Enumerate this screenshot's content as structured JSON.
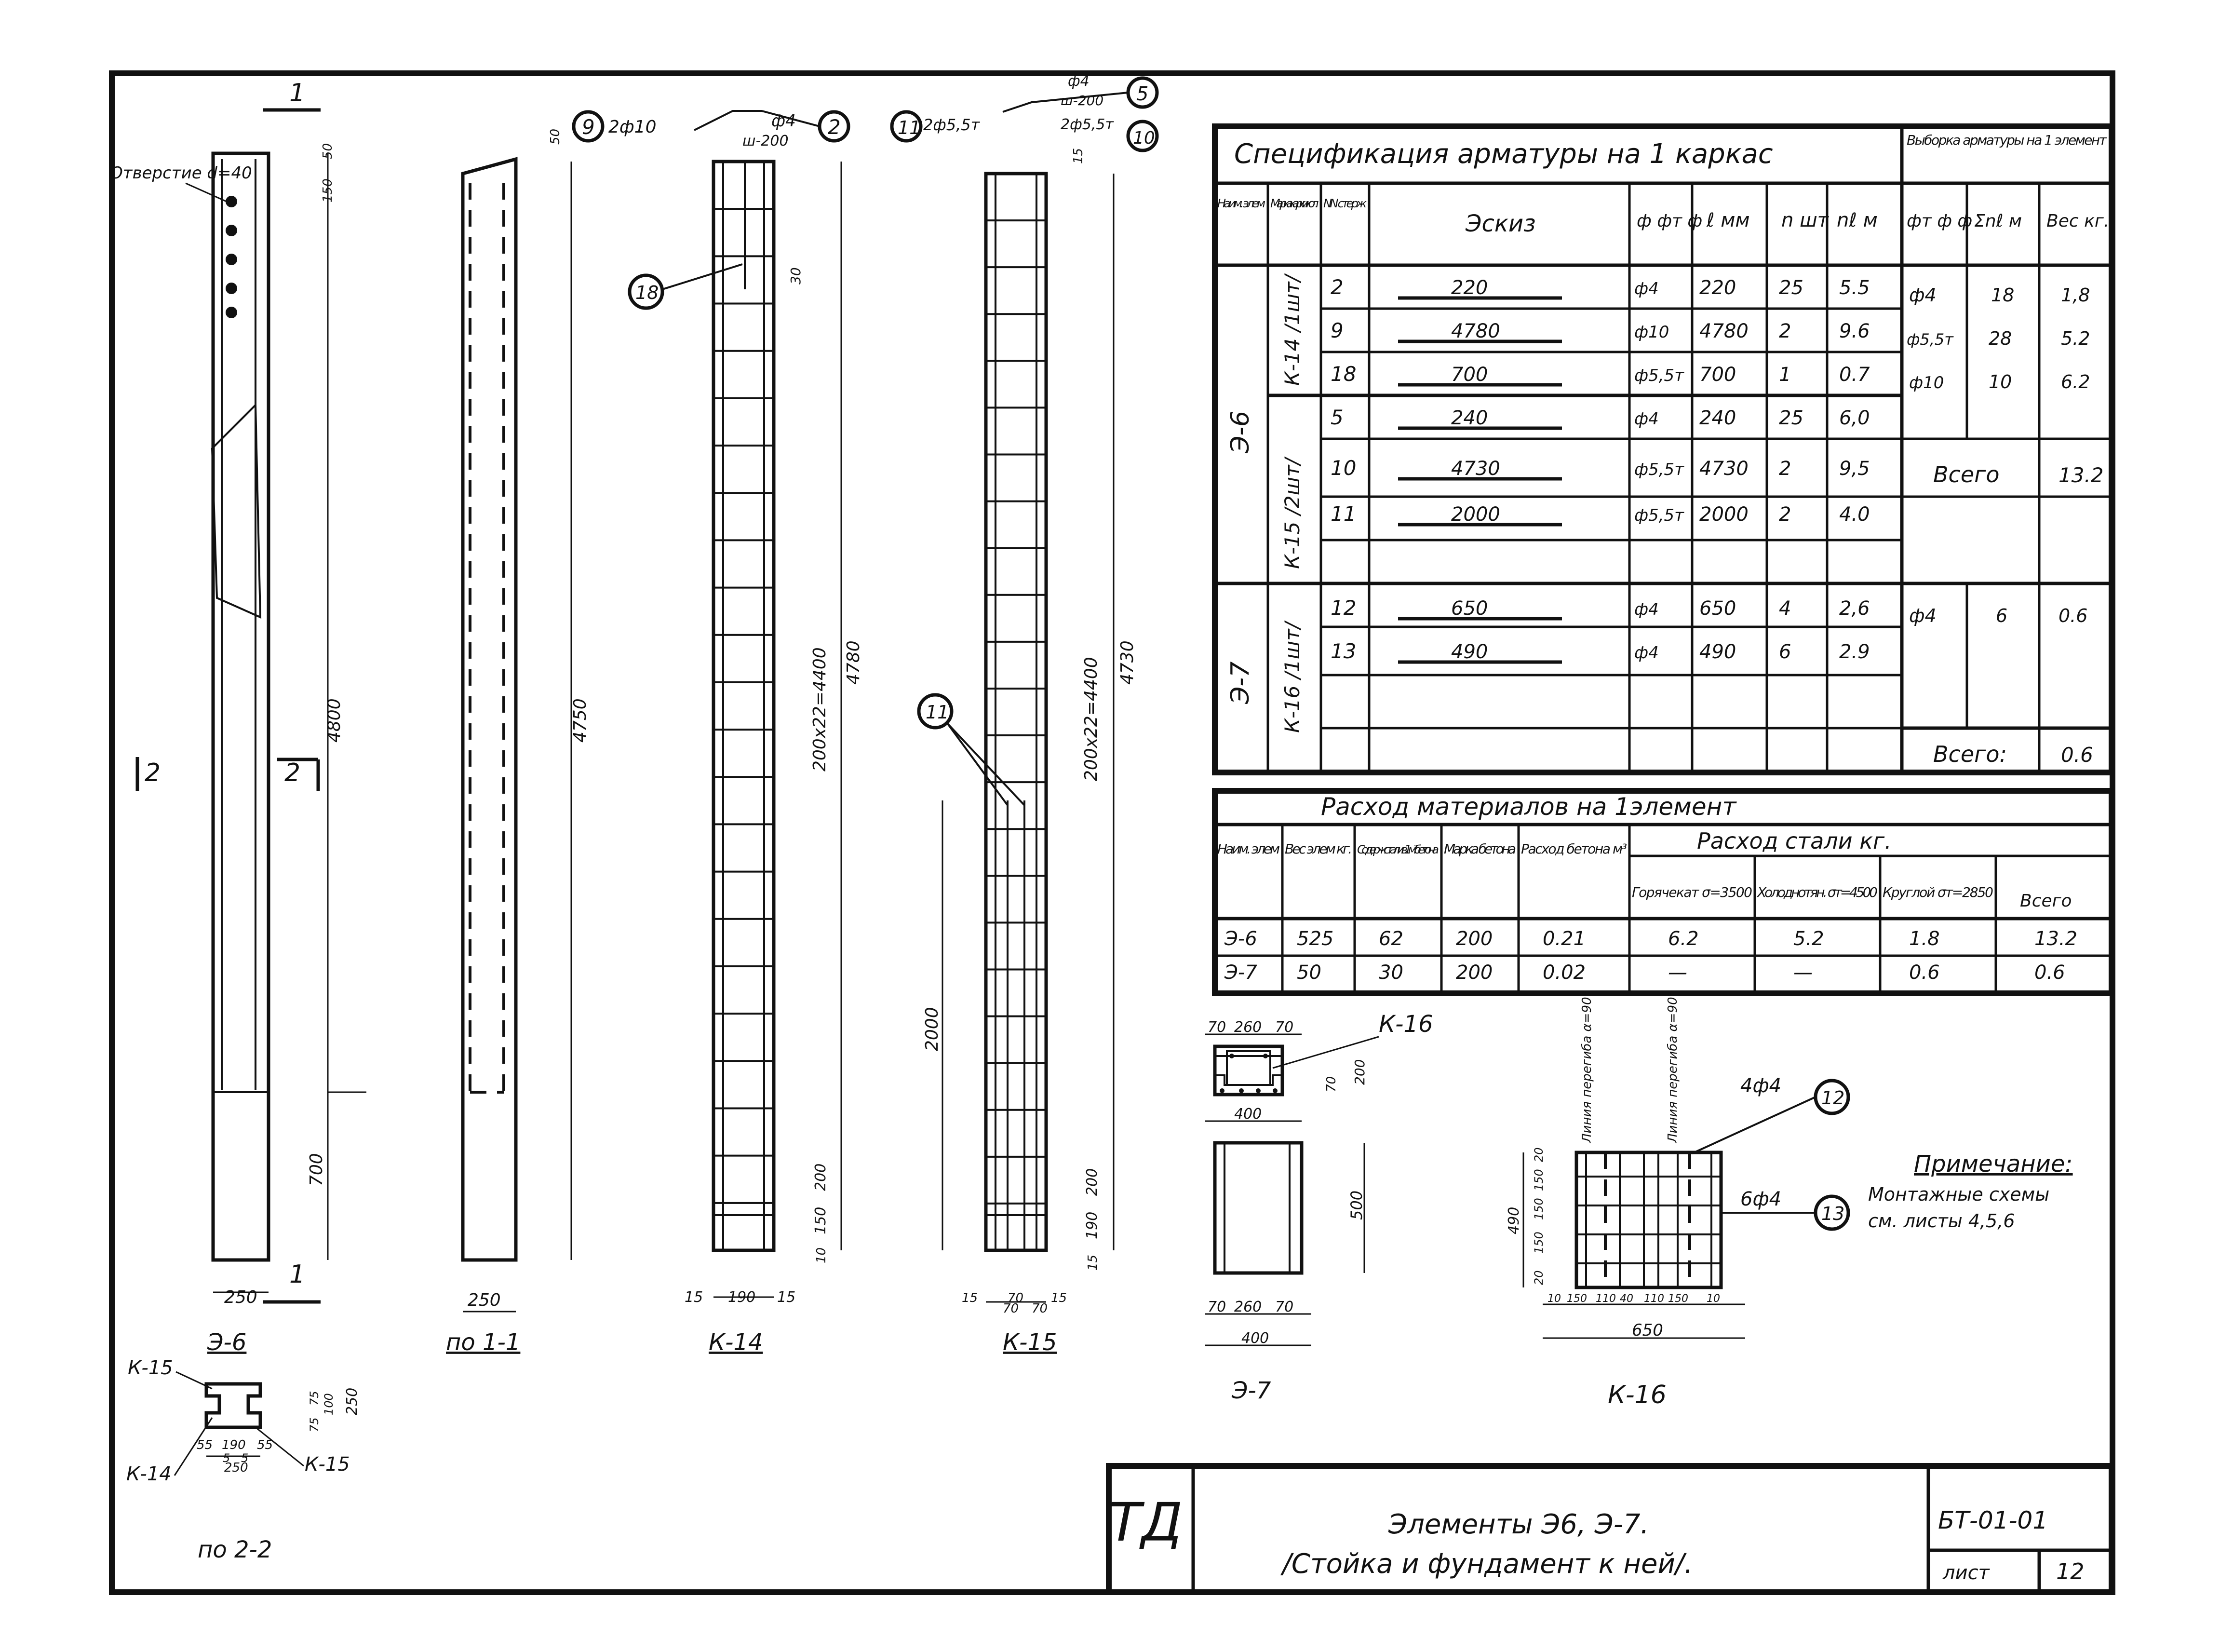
{
  "spec": {
    "title": "Спецификация арматуры на 1 каркас",
    "selection_title": "Выборка арматуры на 1 элемент",
    "headers": [
      "Наим. элем",
      "Марка карк. и кол.",
      "NN стерж",
      "Эскиз",
      "ф фт ф",
      "ℓ мм",
      "n шт",
      "nℓ м",
      "фт ф ф",
      "Σnℓ м",
      "Вес кг."
    ],
    "groups": [
      {
        "element": "Э-6",
        "frames": [
          {
            "mark": "К-14 /1шт/",
            "rows": [
              {
                "no": "2",
                "sketch": "220",
                "d": "ф4",
                "l": "220",
                "n": "25",
                "nl": "5.5"
              },
              {
                "no": "9",
                "sketch": "4780",
                "d": "ф10",
                "l": "4780",
                "n": "2",
                "nl": "9.6"
              },
              {
                "no": "18",
                "sketch": "700",
                "d": "ф5,5т",
                "l": "700",
                "n": "1",
                "nl": "0.7"
              }
            ]
          },
          {
            "mark": "К-15 /2шт/",
            "rows": [
              {
                "no": "5",
                "sketch": "240",
                "d": "ф4",
                "l": "240",
                "n": "25",
                "nl": "6,0"
              },
              {
                "no": "10",
                "sketch": "4730",
                "d": "ф5,5т",
                "l": "4730",
                "n": "2",
                "nl": "9,5"
              },
              {
                "no": "11",
                "sketch": "2000",
                "d": "ф5,5т",
                "l": "2000",
                "n": "2",
                "nl": "4.0"
              }
            ]
          }
        ],
        "selection": [
          {
            "d": "ф4",
            "sum": "18",
            "weight": "1,8"
          },
          {
            "d": "ф5,5т",
            "sum": "28",
            "weight": "5.2"
          },
          {
            "d": "ф10",
            "sum": "10",
            "weight": "6.2"
          }
        ],
        "total_label": "Всего",
        "total": "13.2"
      },
      {
        "element": "Э-7",
        "frames": [
          {
            "mark": "К-16 /1шт/",
            "rows": [
              {
                "no": "12",
                "sketch": "650",
                "d": "ф4",
                "l": "650",
                "n": "4",
                "nl": "2,6"
              },
              {
                "no": "13",
                "sketch": "490",
                "d": "ф4",
                "l": "490",
                "n": "6",
                "nl": "2.9"
              }
            ]
          }
        ],
        "selection": [
          {
            "d": "ф4",
            "sum": "6",
            "weight": "0.6"
          }
        ],
        "total_label": "Всего:",
        "total": "0.6"
      }
    ]
  },
  "materials": {
    "title": "Расход материалов на 1элемент",
    "steel_title": "Расход стали кг.",
    "headers": [
      "Наим. элем",
      "Вес элем кг.",
      "Содерж. стали в 1м³ бетона",
      "Марка бетона",
      "Расход бетона м³",
      "Горячекат σ=3500",
      "Холоднотян. σт=4500",
      "Круглой σт=2850",
      "Всего"
    ],
    "rows": [
      [
        "Э-6",
        "525",
        "62",
        "200",
        "0.21",
        "6.2",
        "5.2",
        "1.8",
        "13.2"
      ],
      [
        "Э-7",
        "50",
        "30",
        "200",
        "0.02",
        "—",
        "—",
        "0.6",
        "0.6"
      ]
    ]
  },
  "views": {
    "e6": "Э-6",
    "po11": "по 1-1",
    "k14": "К-14",
    "k15": "К-15",
    "po22": "по 2-2",
    "e7": "Э-7",
    "k16": "К-16",
    "hole_note": "Отверстие d=40",
    "section1": "1",
    "section2": "2"
  },
  "dims": {
    "d50": "50",
    "d150": "150",
    "d4800": "4800",
    "d700": "700",
    "d250": "250",
    "d4750": "4750",
    "d4400": "200x22=4400",
    "d4780": "4780",
    "d4730": "4730",
    "d2000": "2000",
    "d200": "200",
    "d10": "10",
    "d15": "15",
    "d190": "190",
    "d70": "70",
    "d30": "30",
    "d260": "260",
    "d400": "400",
    "d500": "500",
    "d490": "490",
    "d650": "650",
    "d110": "110",
    "d40": "40",
    "d75": "75",
    "d100": "100",
    "d55": "55",
    "d5": "5",
    "d20": "20"
  },
  "callouts": {
    "c9": "9",
    "c9t": "2ф10",
    "c2": "2",
    "c2t": "ф4",
    "c2s": "ш-200",
    "c11": "11",
    "c11t": "2ф5,5т",
    "c5": "5",
    "c5t": "ф4",
    "c5s": "ш-200",
    "c10": "10",
    "c10t": "2ф5,5т",
    "c18": "18",
    "c11b": "11",
    "c12": "12",
    "c12t": "4ф4",
    "c13": "13",
    "c13t": "6ф4",
    "bend1": "Линия перегиба α=90°",
    "bend2": "Линия перегиба α=90°"
  },
  "note": {
    "title": "Примечание:",
    "lines": [
      "Монтажные схемы",
      "см. листы 4,5,6"
    ]
  },
  "titleblock": {
    "logo": "ТД",
    "name1": "Элементы Э6, Э-7.",
    "name2": "/Стойка и фундамент к ней/.",
    "code": "БТ-01-01",
    "sheet_label": "лист",
    "sheet": "12"
  }
}
